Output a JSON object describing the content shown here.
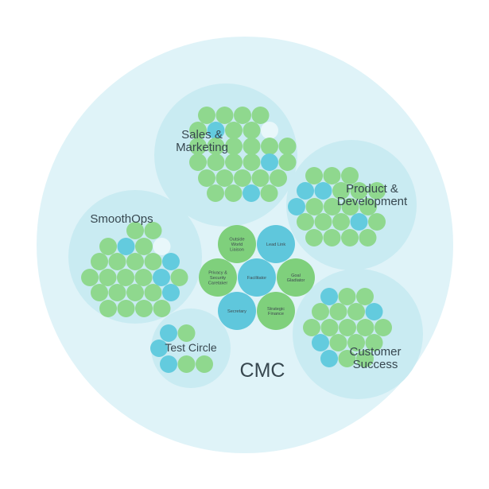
{
  "colors": {
    "outer_circle": "#dff3f8",
    "sub_circle": "#c9ebf2",
    "member_green": "#8fd88e",
    "member_blue": "#63cbde",
    "role_green": "#7fd07c",
    "role_blue": "#5fc7dc",
    "label": "#37474f"
  },
  "root": {
    "label": "CMC"
  },
  "circles": [
    {
      "id": "sales",
      "label_lines": [
        "Sales &",
        "Marketing"
      ]
    },
    {
      "id": "product",
      "label_lines": [
        "Product &",
        "Development"
      ]
    },
    {
      "id": "smoothops",
      "label_lines": [
        "SmoothOps"
      ]
    },
    {
      "id": "test",
      "label_lines": [
        "Test Circle"
      ]
    },
    {
      "id": "customer",
      "label_lines": [
        "Customer",
        "Success"
      ]
    }
  ],
  "core_roles": [
    {
      "id": "outside",
      "lines": [
        "Outside",
        "World",
        "Liaison"
      ],
      "color": "green"
    },
    {
      "id": "lead",
      "lines": [
        "Lead Link"
      ],
      "color": "blue"
    },
    {
      "id": "privacy",
      "lines": [
        "Privacy &",
        "Security",
        "Caretaker"
      ],
      "color": "green"
    },
    {
      "id": "facilitator",
      "lines": [
        "Facilitator"
      ],
      "color": "blue"
    },
    {
      "id": "goal",
      "lines": [
        "Goal",
        "Gladiator"
      ],
      "color": "green"
    },
    {
      "id": "secretary",
      "lines": [
        "Secretary"
      ],
      "color": "blue"
    },
    {
      "id": "finance",
      "lines": [
        "Strategic",
        "Finance"
      ],
      "color": "green"
    }
  ]
}
